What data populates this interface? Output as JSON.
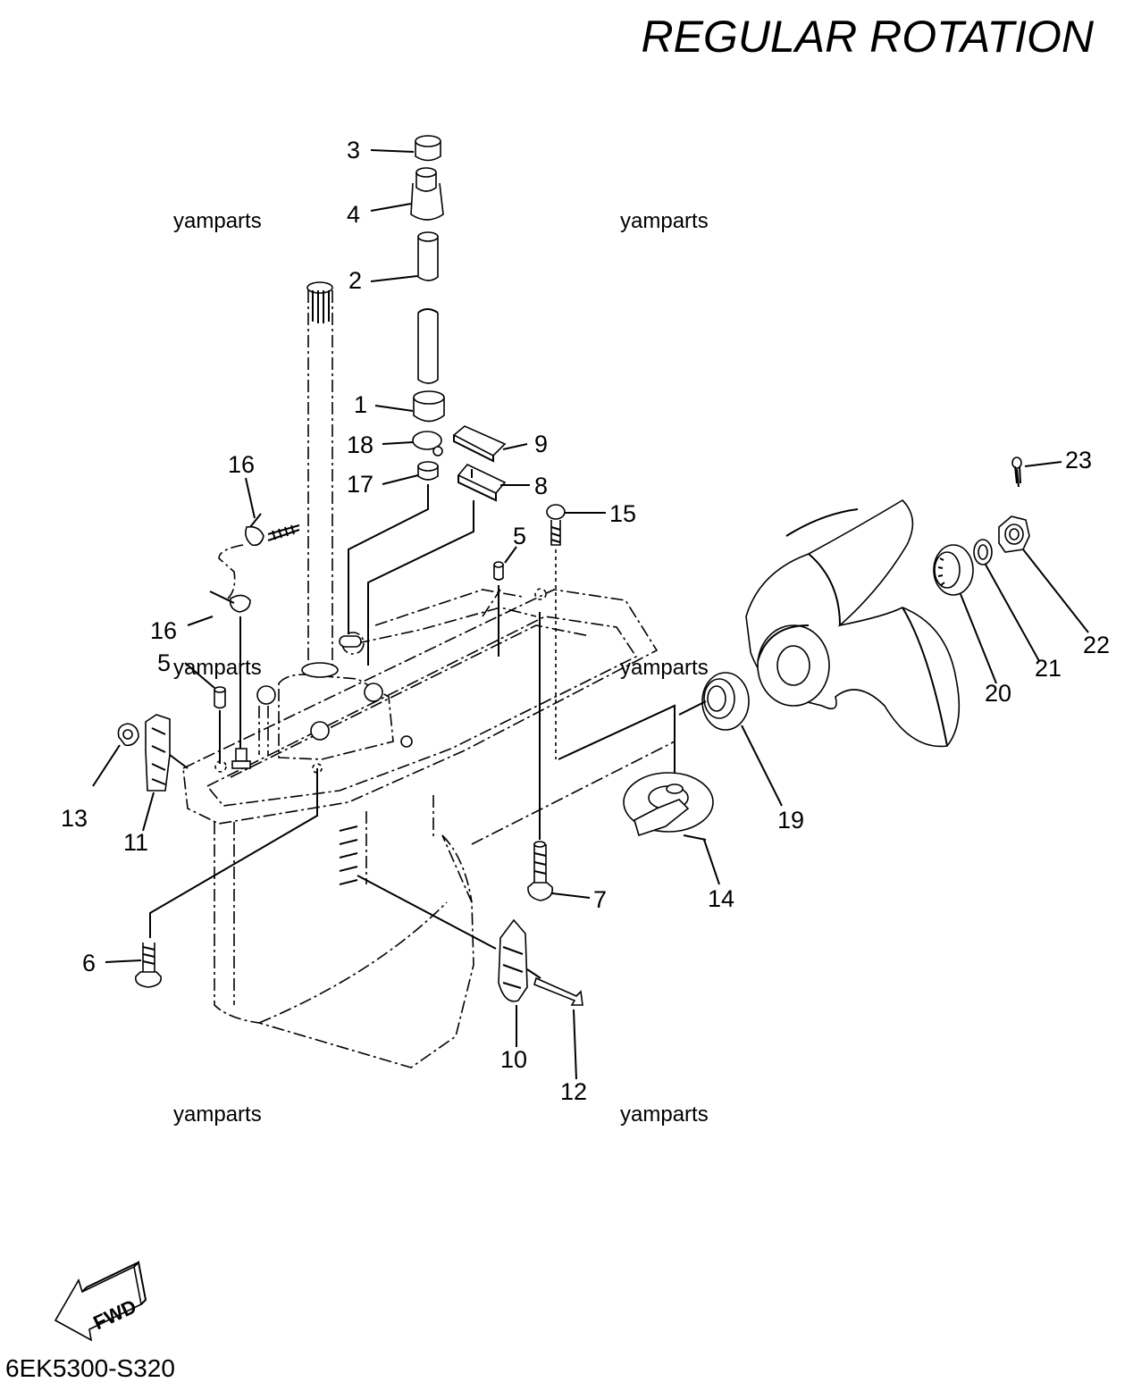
{
  "title": "REGULAR ROTATION",
  "diagram_code": "6EK5300-S320",
  "direction_label": "FWD",
  "watermark": "yamparts",
  "watermarks": [
    "yamparts",
    "yamparts",
    "yamparts",
    "yamparts",
    "yamparts",
    "yamparts"
  ],
  "part_labels": [
    "1",
    "2",
    "3",
    "4",
    "5",
    "5",
    "6",
    "7",
    "8",
    "9",
    "10",
    "11",
    "12",
    "13",
    "14",
    "15",
    "16",
    "16",
    "17",
    "18",
    "19",
    "20",
    "21",
    "22",
    "23"
  ]
}
